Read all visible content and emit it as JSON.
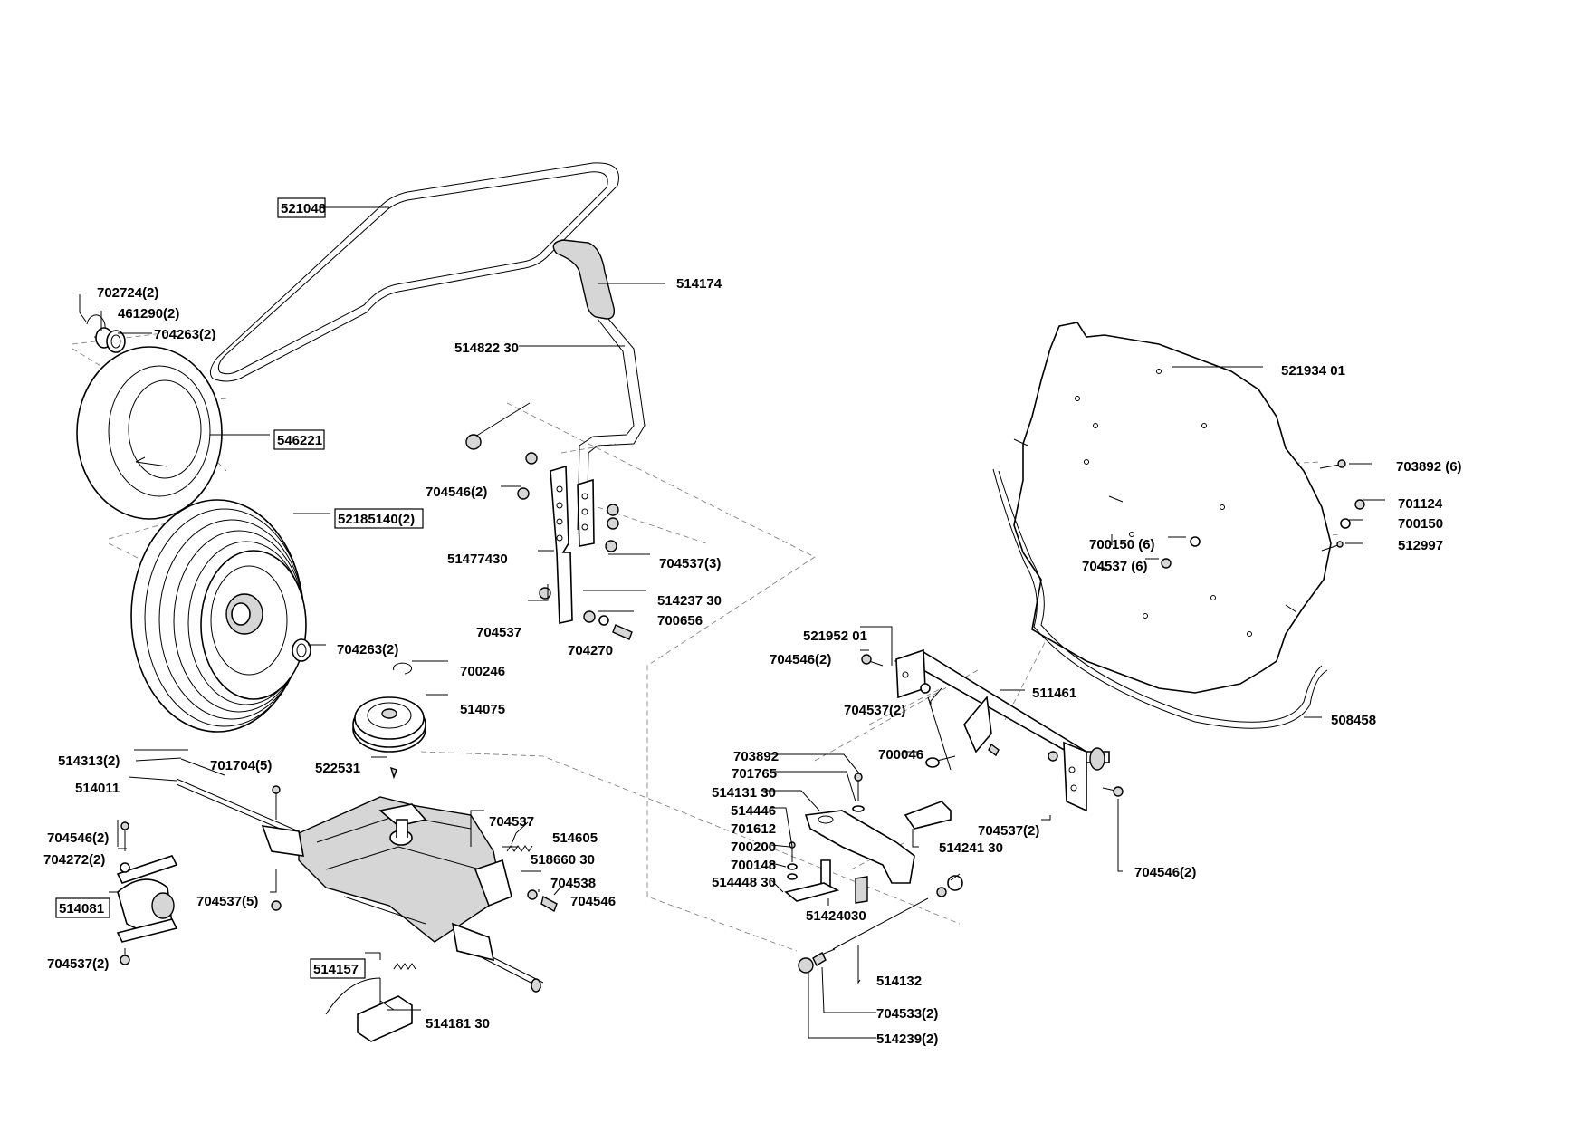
{
  "labels": {
    "l521048": "521048",
    "l514174": "514174",
    "l702724": "702724(2)",
    "l461290": "461290(2)",
    "l704263a": "704263(2)",
    "l514822": "514822 30",
    "l546221": "546221",
    "l521851": "52185140(2)",
    "l704546a": "704546(2)",
    "l514774": "51477430",
    "l704537a": "704537(3)",
    "l514237": "514237 30",
    "l704537b": "704537",
    "l700656": "700656",
    "l704270": "704270",
    "l704263b": "704263(2)",
    "l700246": "700246",
    "l514075": "514075",
    "l514313": "514313(2)",
    "l701704": "701704(5)",
    "l522531": "522531",
    "l514011": "514011",
    "l704537c": "704537",
    "l514605": "514605",
    "l704546b": "704546(2)",
    "l518660": "518660 30",
    "l704272": "704272(2)",
    "l704538": "704538",
    "l514081": "514081",
    "l704537d": "704537(5)",
    "l704546c": "704546",
    "l704537e": "704537(2)",
    "l514157": "514157",
    "l514181": "514181 30",
    "l521934": "521934 01",
    "l703892a": "703892 (6)",
    "l701124": "701124",
    "l700150a": "700150",
    "l700150b": "700150 (6)",
    "l512997": "512997",
    "l704537f": "704537 (6)",
    "l521952": "521952 01",
    "l704546d": "704546(2)",
    "l511461": "511461",
    "l704537g": "704537(2)",
    "l508458": "508458",
    "l703892b": "703892",
    "l700046": "700046",
    "l701765": "701765",
    "l514131": "514131 30",
    "l514446": "514446",
    "l704537h": "704537(2)",
    "l701612": "701612",
    "l514241": "514241 30",
    "l700200": "700200",
    "l700148": "700148",
    "l704546e": "704546(2)",
    "l514448": "514448 30",
    "l514240": "51424030",
    "l514132": "514132",
    "l704533": "704533(2)",
    "l514239": "514239(2)"
  },
  "icons": [
    "drive-belt-icon",
    "tyre-icon",
    "wheel-icon",
    "pulley-icon",
    "transaxle-icon",
    "shift-lever-icon",
    "foot-plate-icon",
    "pedal-rod-icon",
    "cable-icon"
  ]
}
